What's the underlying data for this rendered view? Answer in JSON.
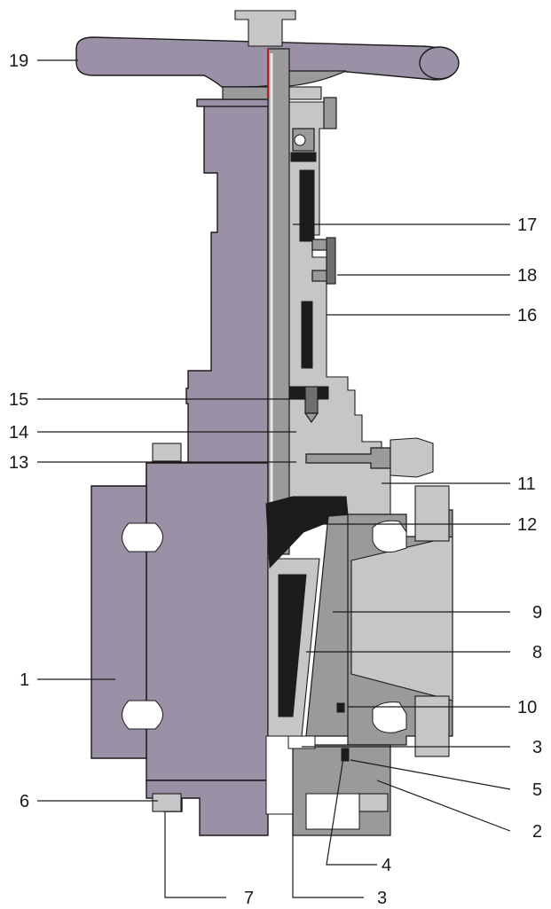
{
  "diagram": {
    "callouts": {
      "c1": "1",
      "c2": "2",
      "c3a": "3",
      "c3b": "3",
      "c4": "4",
      "c5": "5",
      "c6": "6",
      "c7": "7",
      "c8": "8",
      "c9": "9",
      "c10": "10",
      "c11": "11",
      "c12": "12",
      "c13": "13",
      "c14": "14",
      "c15": "15",
      "c16": "16",
      "c17": "17",
      "c18": "18",
      "c19": "19"
    },
    "colors": {
      "body": "#9b91a6",
      "metal": "#9a9a9c",
      "metal_light": "#c6c6c8",
      "metal_dark": "#6f6f72",
      "dark": "#1c1c1e"
    }
  }
}
